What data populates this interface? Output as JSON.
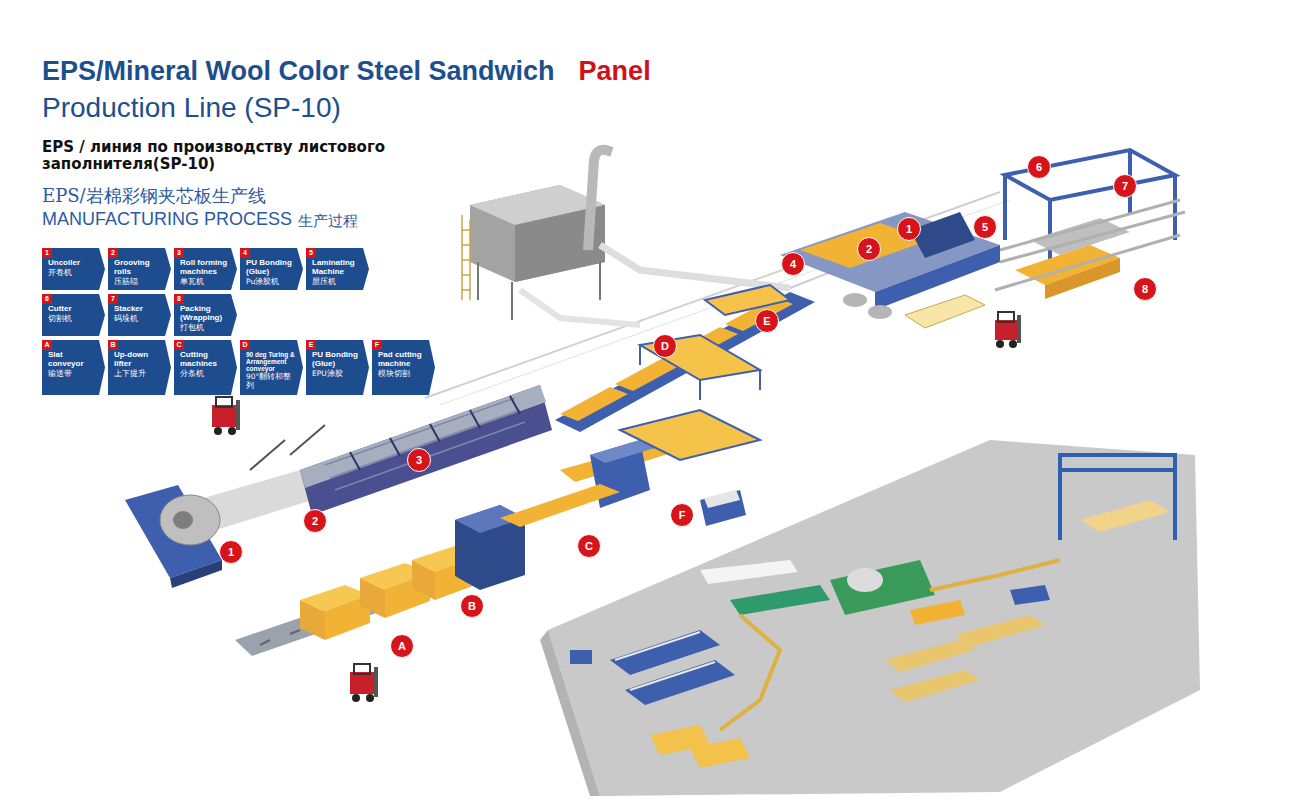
{
  "diagram": {
    "title": "EPS/Mineral Wool Color Steel Sandwich",
    "nodes": [
      {
        "text": [
          "1",
          "Uncoiler",
          "开卷机"
        ]
      },
      {
        "text": [
          "2",
          "Grooving rolls",
          "压筋辊"
        ]
      },
      {
        "text": [
          "3",
          "Roll forming machines",
          "单瓦机"
        ]
      },
      {
        "text": [
          "4",
          "PU Bonding (Glue)",
          "Pu涂胶机"
        ]
      },
      {
        "text": [
          "5",
          "Laminating Machine",
          "层压机"
        ]
      },
      {
        "text": [
          "6",
          "Cutter",
          "切割机"
        ]
      },
      {
        "text": [
          "7",
          "Stacker",
          "码垛机"
        ]
      },
      {
        "text": [
          "8",
          "Packing (Wrapping)",
          "打包机"
        ]
      },
      {
        "text": [
          "A",
          "Slat conveyor",
          "输送带"
        ]
      },
      {
        "text": [
          "B",
          "Up-down lifter",
          "上下提升"
        ]
      },
      {
        "text": [
          "C",
          "Cutting machines",
          "分条机"
        ]
      },
      {
        "text": [
          "D",
          "90 deg Turing & Arrangement conveyor",
          "90°翻转和整列"
        ]
      },
      {
        "text": [
          "E",
          "PU Bonding (Glue)",
          "EPU涂胶"
        ]
      },
      {
        "text": [
          "F",
          "Pad cutting machine",
          "模块切割"
        ]
      }
    ],
    "labels": [
      "Panel",
      "Production Line (SP-10)",
      "EPS / линия по производству листового заполнителя(SP-10)",
      "EPS/岩棉彩钢夹芯板生产线",
      "MANUFACTURING PROCESS",
      "生产过程",
      "1",
      "2",
      "3",
      "D",
      "E",
      "4",
      "2",
      "1",
      "5",
      "6",
      "7",
      "8",
      "F",
      "C",
      "B",
      "A"
    ]
  }
}
